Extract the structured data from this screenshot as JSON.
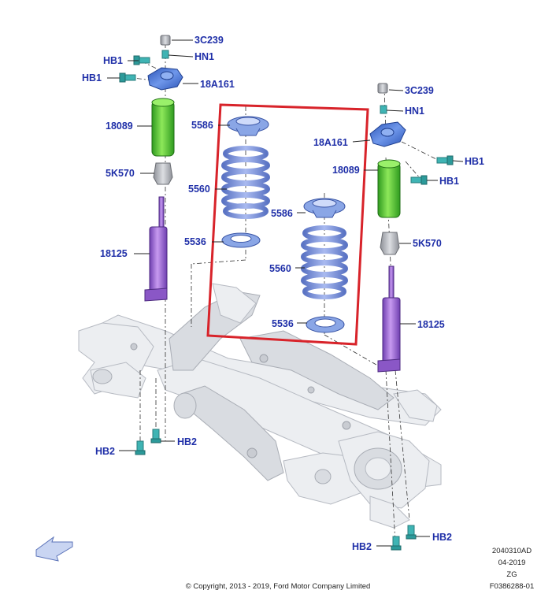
{
  "diagram": {
    "labels": {
      "l_3c239": "3C239",
      "l_hn1": "HN1",
      "l_hb1_a": "HB1",
      "l_hb1_b": "HB1",
      "l_18a161": "18A161",
      "l_18089": "18089",
      "l_5k570": "5K570",
      "l_18125": "18125",
      "l_5586_a": "5586",
      "l_5560_a": "5560",
      "l_5536_a": "5536",
      "l_5586_b": "5586",
      "l_5560_b": "5560",
      "l_5536_b": "5536",
      "r_3c239": "3C239",
      "r_hn1": "HN1",
      "r_18a161": "18A161",
      "r_hb1_a": "HB1",
      "r_hb1_b": "HB1",
      "r_18089": "18089",
      "r_5k570": "5K570",
      "r_18125": "18125",
      "l_hb2_a": "HB2",
      "l_hb2_b": "HB2",
      "r_hb2_a": "HB2",
      "r_hb2_b": "HB2"
    },
    "reference": {
      "code": "2040310AD",
      "date": "04-2019",
      "region": "ZG",
      "figure": "F0386288-01"
    },
    "copyright": "© Copyright, 2013 - 2019, Ford Motor Company Limited",
    "colors": {
      "callout_text": "#1f2fa8",
      "highlight_box": "#d8232a",
      "spring": "#7f97d8",
      "bump_stop": "#5cc732",
      "shock_absorber": "#9d68d4",
      "mount": "#3f6fcf",
      "fastener": "#3fb4b4",
      "subframe": "#eceef1"
    },
    "icons": {
      "direction_arrow": "front-direction-arrow-icon"
    }
  }
}
